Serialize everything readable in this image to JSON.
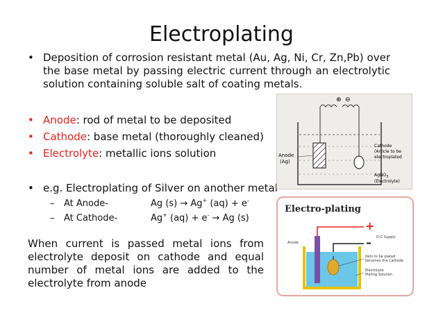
{
  "title": "Electroplating",
  "bullets": {
    "deposition": "Deposition of corrosion resistant metal (Au, Ag, Ni, Cr, Zn,Pb) over the base metal by passing electric current through an electrolytic solution containing soluble salt of coating metals.",
    "anode_term": "Anode",
    "anode_desc": ": rod of metal to be deposited",
    "cathode_term": "Cathode",
    "cathode_desc": ": base metal (thoroughly cleaned)",
    "electrolyte_term": "Electrolyte",
    "electrolyte_desc": ": metallic ions solution",
    "example": "e.g. Electroplating of Silver on another metal"
  },
  "reactions": [
    {
      "label": "At Anode-",
      "reactant": "Ag (s) → Ag",
      "mid": " (aq) + e",
      "product": ""
    },
    {
      "label": "At Cathode-",
      "reactant": "Ag",
      "mid": " (aq) + e",
      "product": " → Ag (s)"
    }
  ],
  "paragraph": "When current is passed metal ions from electrolyte deposit on cathode and equal number of metal ions are added to the electrolyte from anode",
  "figure1": {
    "anode": "Anode",
    "anode_sub": "(Ag)",
    "cathode_1": "Cathode",
    "cathode_2": "(Article to be",
    "cathode_3": "electroplated",
    "salt": "AgNO",
    "salt_sub": "3",
    "salt_label": "(Electrolyte)",
    "plus": "⊕",
    "minus": "⊖"
  },
  "figure2": {
    "title": "Electro-plating",
    "plus": "+",
    "minus": "–",
    "dc": "D-C Supply",
    "anode": "Anode",
    "item_1": "Item to be plated",
    "item_2": "becomes the Cathode",
    "electrolyte_1": "Electrolyte",
    "electrolyte_2": "Plating Solution"
  },
  "colors": {
    "red": "#e8201c",
    "electrolyte_blue": "#6cc6e8",
    "tank_yellow": "#e6c200",
    "anode_purple": "#7a4fa8"
  }
}
